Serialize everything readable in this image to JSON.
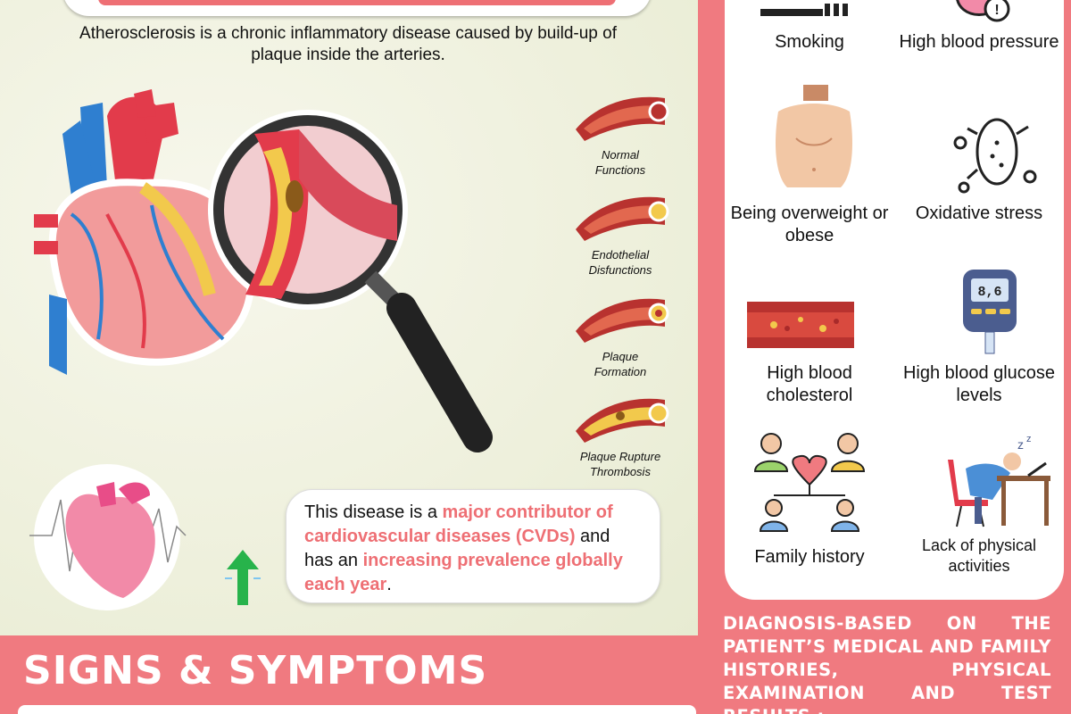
{
  "intro_text": "Atherosclerosis is a chronic inflammatory disease caused by build-up of plaque inside the arteries.",
  "stages": [
    {
      "line1": "Normal",
      "line2": "Functions"
    },
    {
      "line1": "Endothelial",
      "line2": "Disfunctions"
    },
    {
      "line1": "Plaque",
      "line2": "Formation"
    },
    {
      "line1": "Plaque Rupture",
      "line2": "Thrombosis"
    }
  ],
  "callout": {
    "part1": "This disease is a ",
    "highlight1": "major contributor of cardiovascular diseases (CVDs)",
    "part2": " and has an ",
    "highlight2": "increasing prevalence globally each year",
    "part3": "."
  },
  "signs_title": "SIGNS & SYMPTOMS",
  "risk_factors": [
    {
      "label": "Smoking",
      "icon": "cigarette-icon"
    },
    {
      "label": "High blood pressure",
      "icon": "blood-pressure-gauge-icon"
    },
    {
      "label": "Being overweight or obese",
      "icon": "overweight-body-icon"
    },
    {
      "label": "Oxidative stress",
      "icon": "cell-icon"
    },
    {
      "label": "High blood cholesterol",
      "icon": "artery-cholesterol-icon"
    },
    {
      "label": "High blood glucose levels",
      "icon": "glucometer-icon"
    },
    {
      "label": "Family history",
      "icon": "family-tree-icon"
    },
    {
      "label": "Lack of physical activities",
      "icon": "sleeping-at-desk-icon"
    }
  ],
  "glucometer_reading": "8,6",
  "diagnosis_text": "DIAGNOSIS-BASED ON THE PATIENT’S MEDICAL AND FAMILY HISTORIES, PHYSICAL EXAMINATION AND TEST RESULTS :",
  "colors": {
    "accent": "#f07a80",
    "highlight": "#ee6f74"
  }
}
